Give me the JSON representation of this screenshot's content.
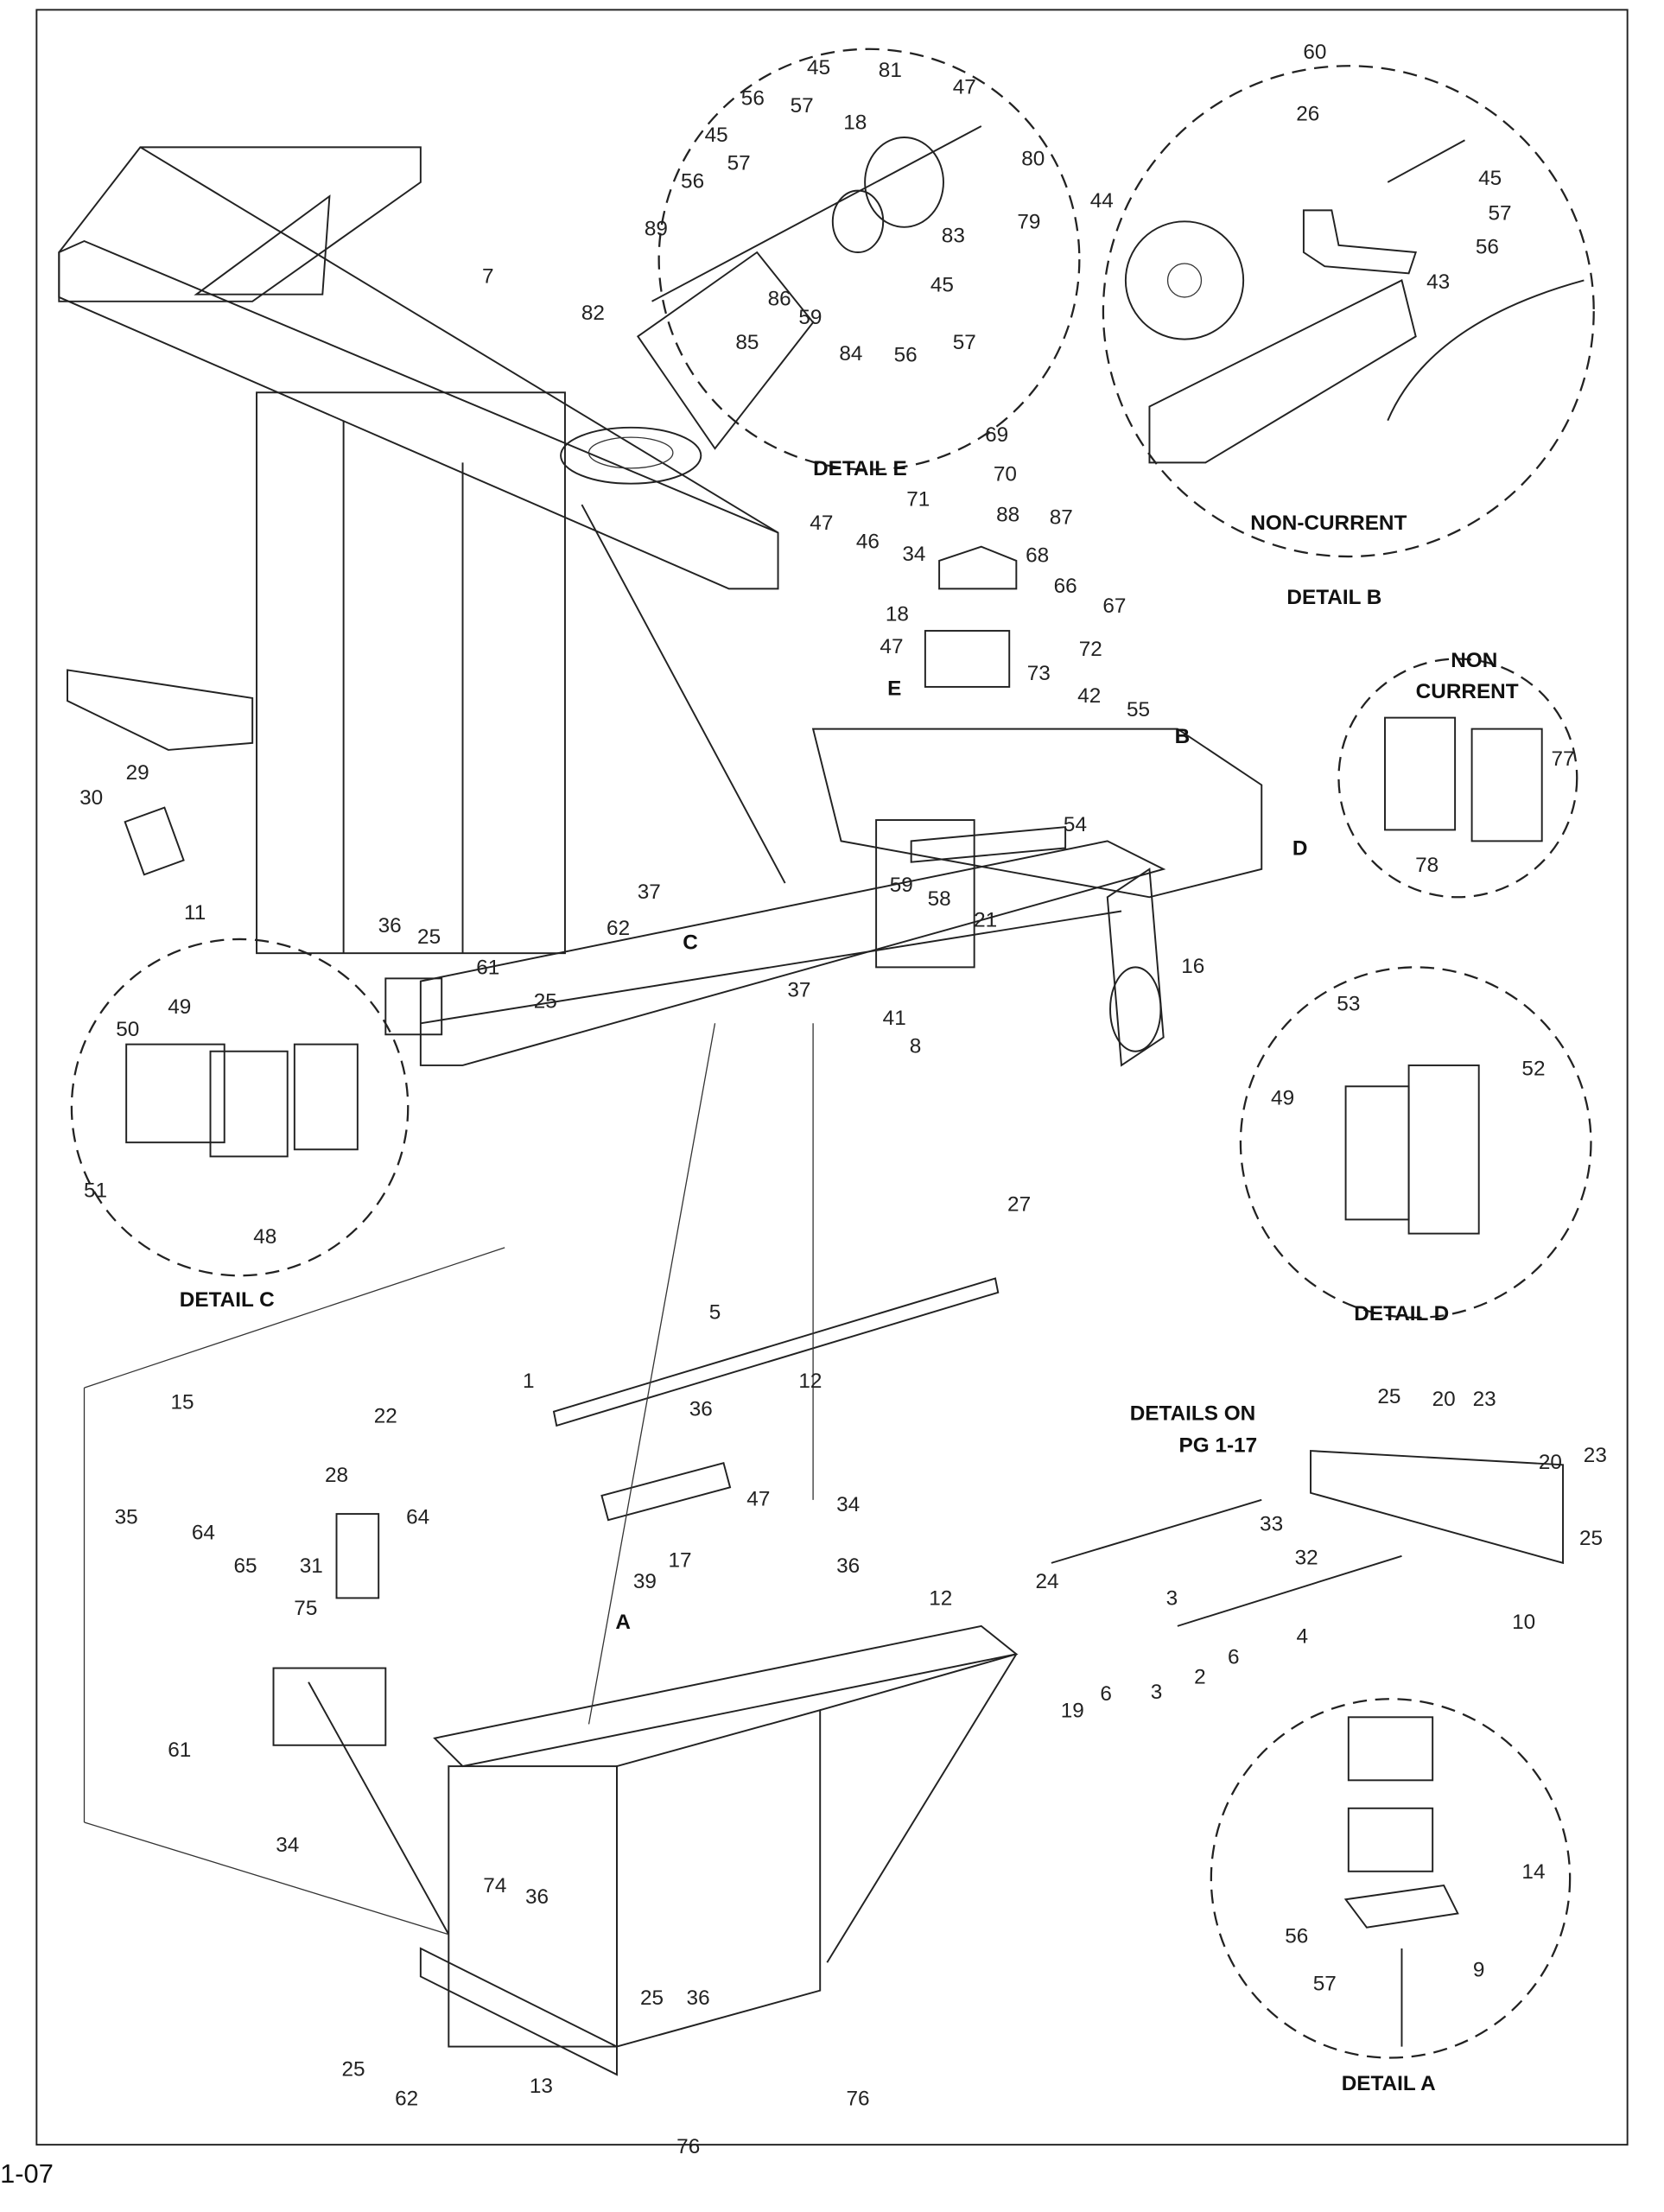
{
  "page_number": "1-07",
  "detail_titles": {
    "detail_e": "DETAIL E",
    "detail_b": "DETAIL B",
    "detail_c": "DETAIL C",
    "detail_d": "DETAIL D",
    "detail_a": "DETAIL A",
    "non_current_b": "NON-CURRENT",
    "non_current_1": "NON",
    "non_current_2": "CURRENT",
    "details_on": "DETAILS ON",
    "details_pg": "PG 1-17"
  },
  "view_letters": [
    "E",
    "B",
    "D",
    "C",
    "A"
  ],
  "callouts": [
    "45",
    "81",
    "56",
    "57",
    "47",
    "18",
    "45",
    "80",
    "57",
    "56",
    "79",
    "83",
    "89",
    "86",
    "59",
    "85",
    "45",
    "57",
    "84",
    "56",
    "82",
    "60",
    "26",
    "44",
    "45",
    "57",
    "56",
    "43",
    "7",
    "69",
    "70",
    "71",
    "88",
    "87",
    "68",
    "47",
    "46",
    "34",
    "66",
    "67",
    "18",
    "47",
    "72",
    "73",
    "42",
    "55",
    "29",
    "30",
    "11",
    "54",
    "59",
    "58",
    "21",
    "37",
    "16",
    "36",
    "25",
    "62",
    "61",
    "25",
    "37",
    "41",
    "8",
    "77",
    "78",
    "53",
    "52",
    "49",
    "49",
    "50",
    "51",
    "48",
    "27",
    "5",
    "1",
    "12",
    "36",
    "15",
    "22",
    "28",
    "35",
    "64",
    "64",
    "65",
    "31",
    "75",
    "25",
    "20",
    "23",
    "23",
    "20",
    "25",
    "33",
    "32",
    "47",
    "34",
    "17",
    "36",
    "39",
    "12",
    "24",
    "3",
    "6",
    "2",
    "3",
    "6",
    "19",
    "4",
    "10",
    "61",
    "34",
    "74",
    "36",
    "14",
    "56",
    "57",
    "9",
    "25",
    "36",
    "76",
    "25",
    "62",
    "13",
    "76"
  ]
}
